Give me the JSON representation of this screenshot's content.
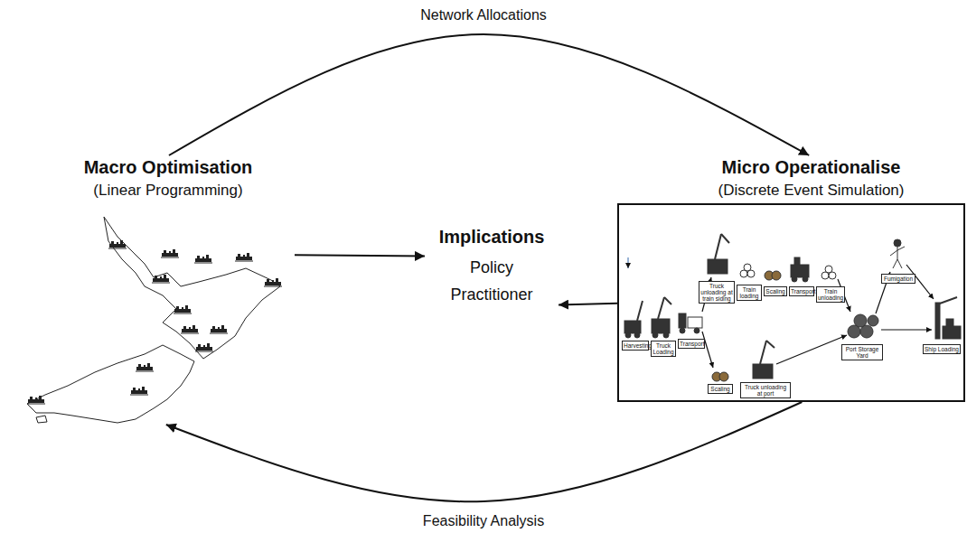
{
  "diagram": {
    "nodes": [
      {
        "text": [
          "Macro Optimisation",
          "(Linear Programming)"
        ]
      },
      {
        "text": [
          "Implications",
          "Policy",
          "Practitioner"
        ]
      },
      {
        "text": [
          "Micro Operationalise",
          "(Discrete Event Simulation)"
        ]
      }
    ],
    "edges": [
      {
        "from": 0,
        "to": 2,
        "label": "Network Allocations",
        "arrow": "to"
      },
      {
        "from": 2,
        "to": 0,
        "label": "Feasibility Analysis",
        "arrow": "to"
      },
      {
        "from": 0,
        "to": 1,
        "arrow": "to"
      },
      {
        "from": 2,
        "to": 1,
        "arrow": "to"
      }
    ],
    "labels": [
      "Harvesting",
      "Truck Loading",
      "Transport",
      "Truck unloading at train siding",
      "Train loading",
      "Scaling",
      "Transport",
      "Train unloading",
      "Scaling",
      "Truck unloading at port",
      "Port Storage Yard",
      "Fumigation",
      "Ship Loading"
    ]
  }
}
